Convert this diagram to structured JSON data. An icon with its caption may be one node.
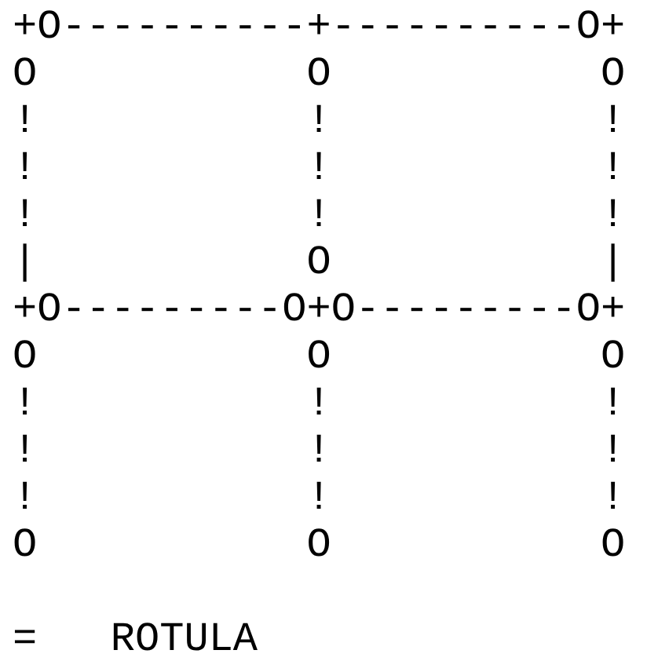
{
  "diagram": {
    "labels": [
      "+O----------+----------O+",
      "O           O           O",
      "!           !           !",
      "!           !           !",
      "!           !           !",
      "|           O           |",
      "+O---------O+O---------O+",
      "O           O           O",
      "!           !           !",
      "!           !           !",
      "!           !           !",
      "O           O           O",
      "=   ROTULA"
    ]
  }
}
